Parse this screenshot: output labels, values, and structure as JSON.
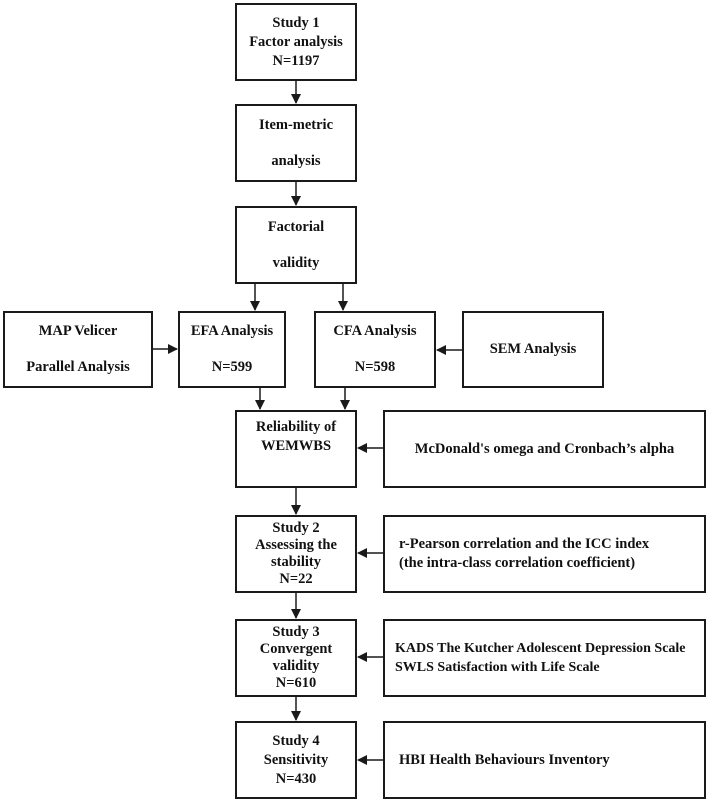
{
  "boxes": {
    "study1": [
      "Study 1",
      "Factor analysis",
      "N=1197"
    ],
    "item_metric": [
      "Item-metric",
      "analysis"
    ],
    "factorial": [
      "Factorial",
      "validity"
    ],
    "map": [
      "MAP Velicer",
      "Parallel Analysis"
    ],
    "efa": [
      "EFA Analysis",
      "N=599"
    ],
    "cfa": [
      "CFA Analysis",
      "N=598"
    ],
    "sem": [
      "SEM Analysis"
    ],
    "reliability": [
      "Reliability of",
      "WEMWBS"
    ],
    "omega": [
      "McDonald's omega and Cronbach’s alpha"
    ],
    "study2": [
      "Study 2",
      "Assessing the",
      "stability",
      "N=22"
    ],
    "pearson": [
      "r-Pearson correlation and the ICC index",
      "(the intra-class correlation coefficient)"
    ],
    "study3": [
      "Study 3",
      "Convergent",
      "validity",
      "N=610"
    ],
    "kads": [
      "KADS The Kutcher Adolescent Depression Scale",
      "SWLS Satisfaction with Life Scale"
    ],
    "study4": [
      "Study 4",
      "Sensitivity",
      "N=430"
    ],
    "hbi": [
      "HBI Health Behaviours Inventory"
    ]
  },
  "colors": {
    "stroke": "#1a1a1a",
    "background": "#ffffff"
  }
}
